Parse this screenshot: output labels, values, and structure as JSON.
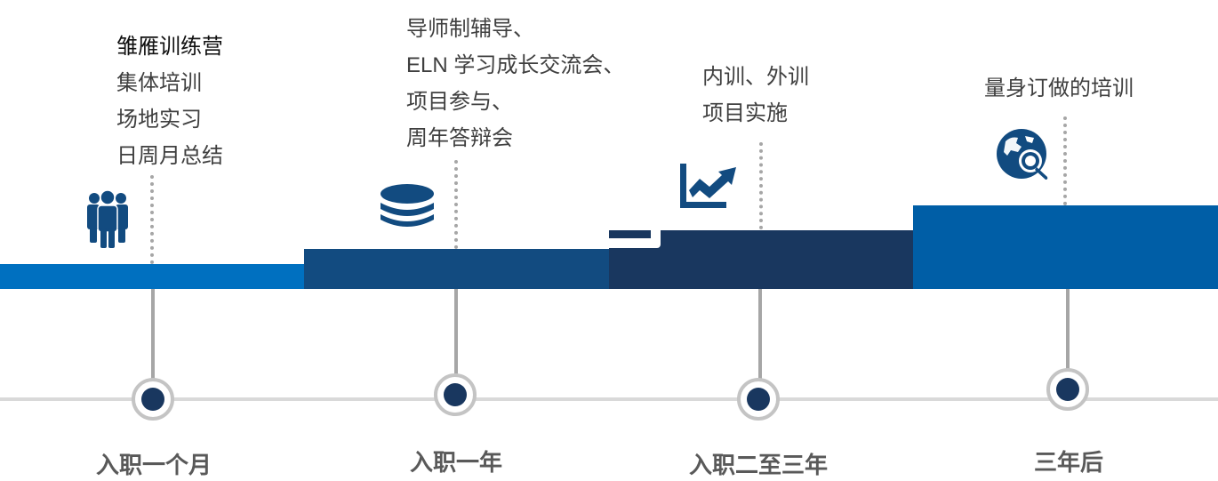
{
  "colors": {
    "bar1": "#0070C0",
    "bar2": "#124B80",
    "bar3": "#19375F",
    "bar4": "#005EA6",
    "icon": "#124B80",
    "node_dot": "#19375F",
    "node_ring": "#C4C4C4",
    "line": "#D9D9D9",
    "stem": "#A6A6A6"
  },
  "stages": [
    {
      "label": "入职一个月",
      "icon": "people-group-icon",
      "lines": [
        "雏雁训练营",
        "集体培训",
        "场地实习",
        "日周月总结"
      ]
    },
    {
      "label": "入职一年",
      "icon": "database-stack-icon",
      "lines": [
        "导师制辅导、",
        "ELN 学习成长交流会、",
        "项目参与、",
        "周年答辩会"
      ]
    },
    {
      "label": "入职二至三年",
      "icon": "trend-chart-icon",
      "lines": [
        "内训、外训",
        "项目实施"
      ]
    },
    {
      "label": "三年后",
      "icon": "globe-search-icon",
      "lines": [
        "量身订做的培训"
      ]
    }
  ]
}
